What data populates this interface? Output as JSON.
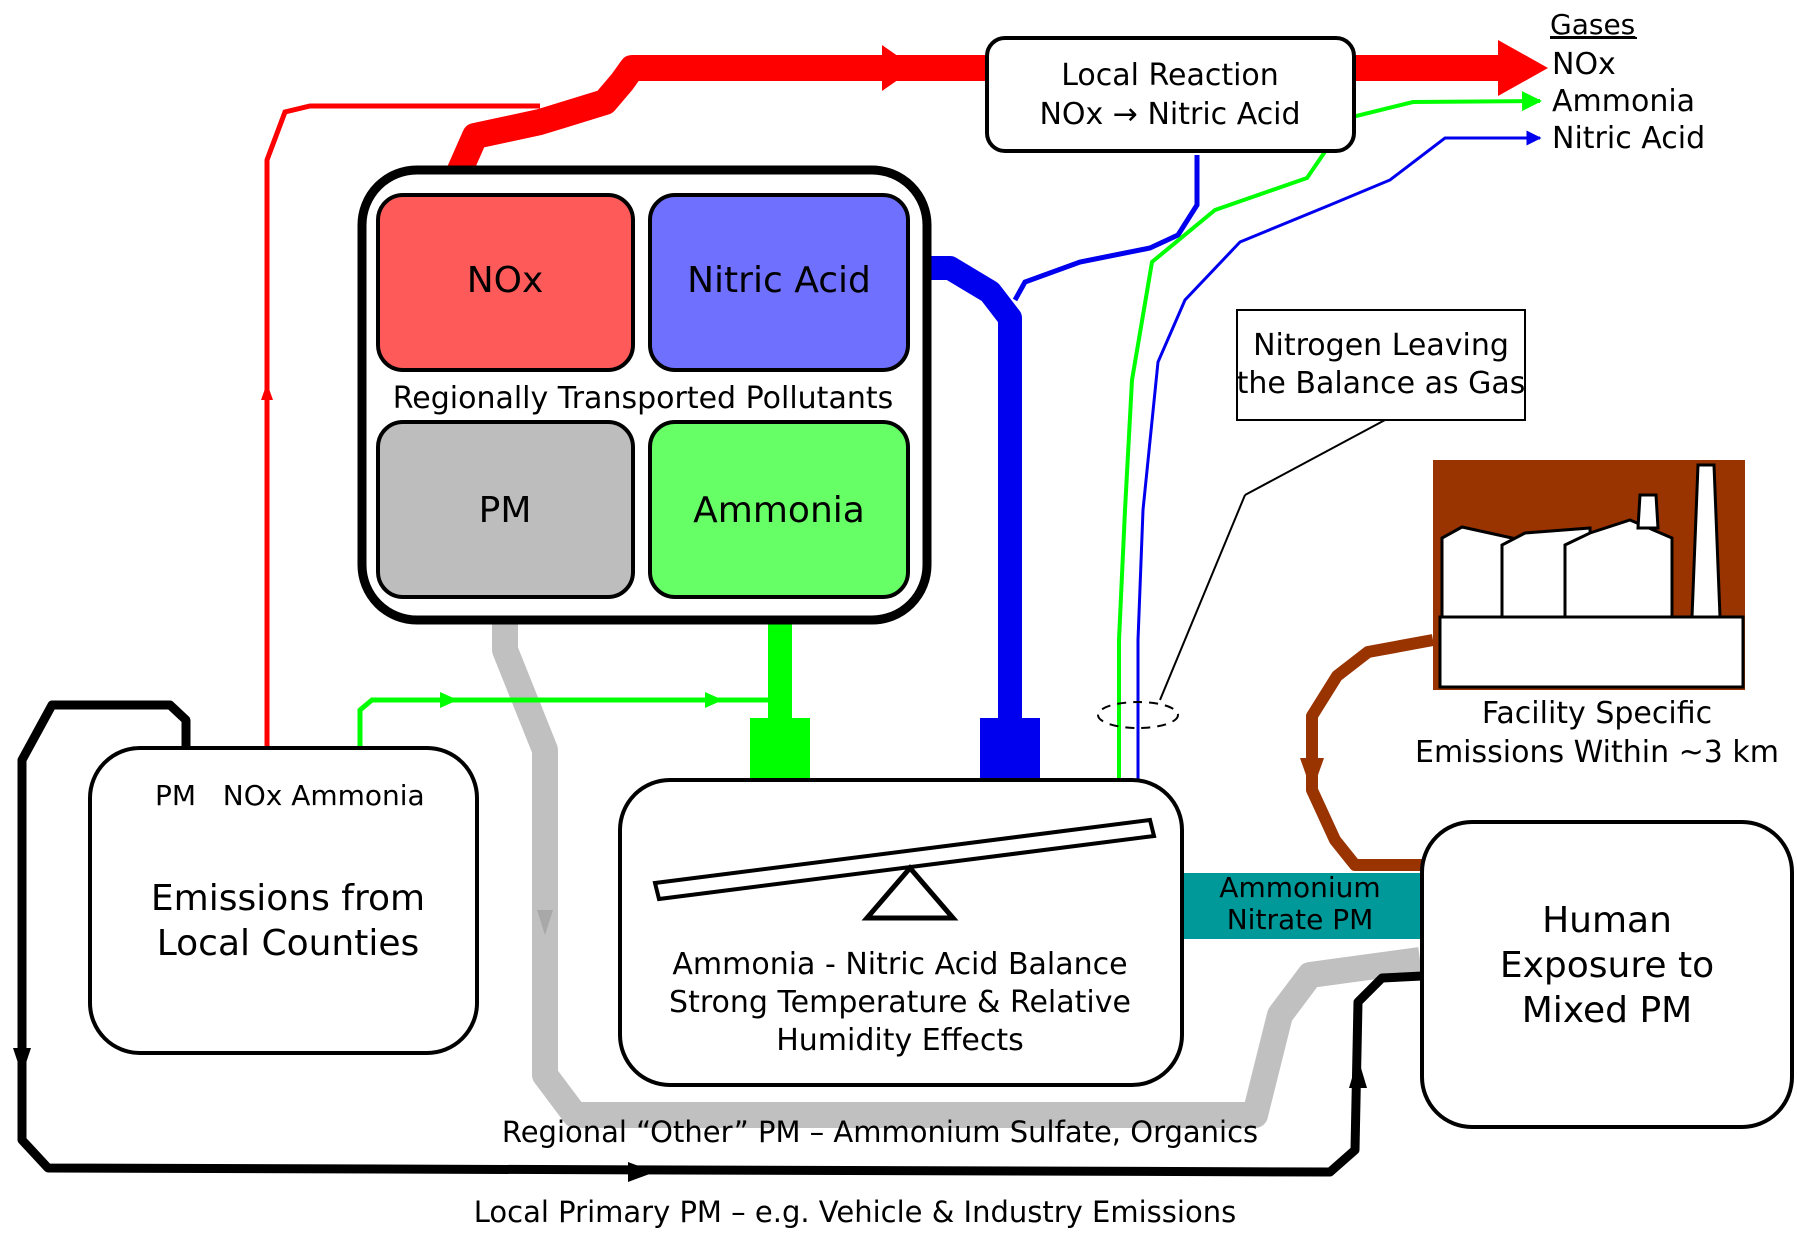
{
  "diagram": {
    "gases_title": "Gases",
    "gas_labels": [
      "NOx",
      "Ammonia",
      "Nitric Acid"
    ],
    "local_reaction": [
      "Local Reaction",
      "NOx → Nitric Acid"
    ],
    "regional": {
      "nox": "NOx",
      "nitric_acid": "Nitric Acid",
      "pm": "PM",
      "ammonia": "Ammonia",
      "caption": "Regionally Transported Pollutants"
    },
    "nitrogen_leaving": [
      "Nitrogen Leaving",
      "the Balance as Gas"
    ],
    "facility_caption": [
      "Facility Specific",
      "Emissions Within ~3 km"
    ],
    "local_emissions": {
      "sources": "PM   NOx Ammonia",
      "title": [
        "Emissions from",
        "Local Counties"
      ]
    },
    "balance": [
      "Ammonia - Nitric Acid Balance",
      "Strong Temperature & Relative",
      "Humidity Effects"
    ],
    "ammonium_nitrate": [
      "Ammonium",
      "Nitrate PM"
    ],
    "human_exposure": [
      "Human",
      "Exposure to",
      "Mixed PM"
    ],
    "regional_other_pm": "Regional “Other” PM – Ammonium Sulfate, Organics",
    "local_primary_pm": "Local Primary PM – e.g. Vehicle & Industry Emissions",
    "colors": {
      "nox": "#ff0000",
      "nox_box": "#ff5a5a",
      "nitric_acid": "#0000ee",
      "nitric_acid_box": "#7070ff",
      "ammonia": "#00ff00",
      "ammonia_box": "#66ff66",
      "pm_box": "#bdbdbd",
      "other_pm": "#c0c0c0",
      "facility": "#993300",
      "ammonium_nitrate": "#009999"
    }
  }
}
